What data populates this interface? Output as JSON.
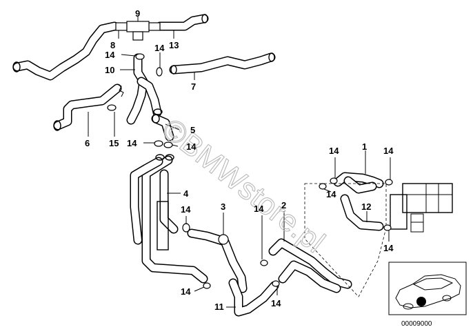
{
  "diagram": {
    "watermark": "©BMWstore.pl",
    "reference_number": "00009000",
    "callouts": [
      "9",
      "8",
      "13",
      "14",
      "14",
      "10",
      "7",
      "6",
      "15",
      "5",
      "14",
      "14",
      "4",
      "14",
      "3",
      "14",
      "2",
      "14",
      "1",
      "14",
      "14",
      "12",
      "14",
      "14",
      "11",
      "14"
    ]
  }
}
